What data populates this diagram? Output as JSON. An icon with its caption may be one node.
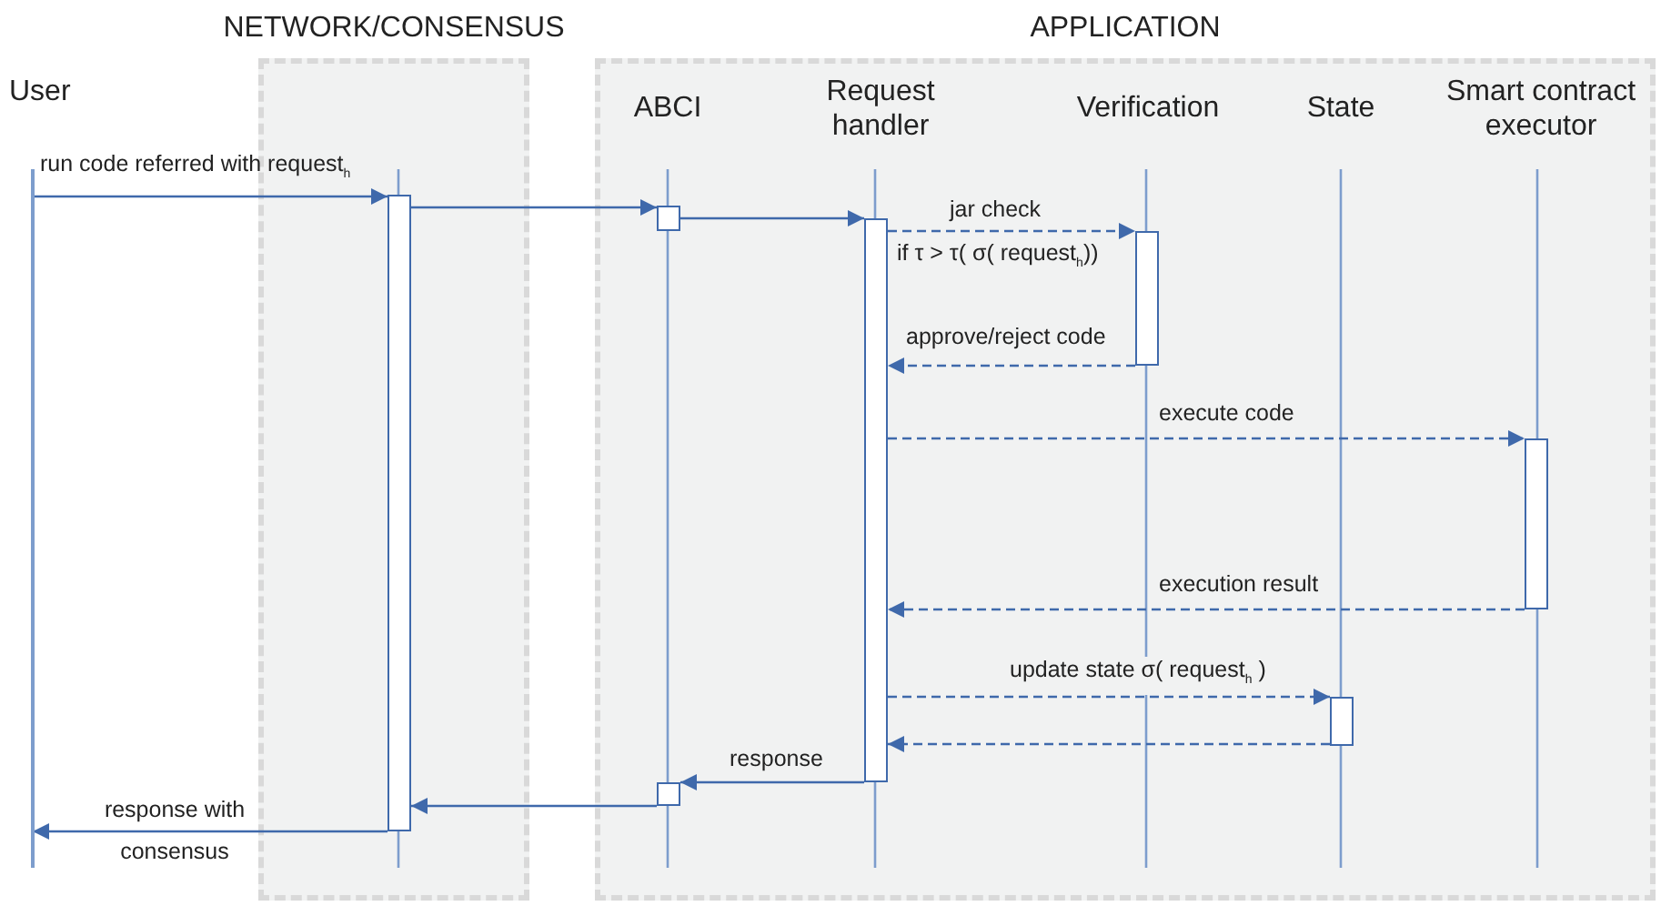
{
  "diagram": {
    "nodes": [
      {
        "text": [
          "NETWORK/CONSENSUS"
        ]
      },
      {
        "text": [
          "APPLICATION"
        ]
      },
      {
        "text": [
          "User"
        ]
      },
      {
        "text": [],
        "shape": "bar",
        "in": 0
      },
      {
        "text": [],
        "shape": "bar",
        "in": 1
      },
      {
        "text": [],
        "shape": "bar",
        "in": 1
      },
      {
        "text": [],
        "shape": "bar",
        "in": 1
      },
      {
        "text": [],
        "shape": "bar",
        "in": 1
      },
      {
        "text": [],
        "shape": "bar",
        "in": 1
      },
      {
        "text": [],
        "shape": "bar",
        "in": 1
      }
    ],
    "edges": [
      {
        "from": 2,
        "to": 3,
        "arrow": "to",
        "label": "run code referred with request$_{h}$"
      },
      {
        "from": 3,
        "to": 4,
        "arrow": "to"
      },
      {
        "from": 4,
        "to": 5,
        "arrow": "to"
      },
      {
        "from": 5,
        "to": 6,
        "arrow": "to",
        "style": "dashed",
        "label": "jar check"
      },
      {
        "from": 6,
        "to": 5,
        "arrow": "to",
        "style": "dashed",
        "label": "approve/reject code"
      },
      {
        "from": 5,
        "to": 7,
        "arrow": "to",
        "style": "dashed",
        "label": "execute code"
      },
      {
        "from": 7,
        "to": 5,
        "arrow": "to",
        "style": "dashed",
        "label": "execution result"
      },
      {
        "from": 5,
        "to": 8,
        "arrow": "to",
        "style": "dashed",
        "label": "update state σ( request$_{h}$ )"
      },
      {
        "from": 8,
        "to": 5,
        "arrow": "to",
        "style": "dashed"
      },
      {
        "from": 5,
        "to": 9,
        "arrow": "to",
        "label": "response"
      },
      {
        "from": 9,
        "to": 3,
        "arrow": "to"
      },
      {
        "from": 3,
        "to": 2,
        "arrow": "to",
        "label": "response with consensus"
      }
    ],
    "labels": [
      "ABCI",
      "Request handler",
      "Verification",
      "State",
      "Smart contract executor",
      "if τ > τ( σ( request$_{h}$))"
    ]
  }
}
